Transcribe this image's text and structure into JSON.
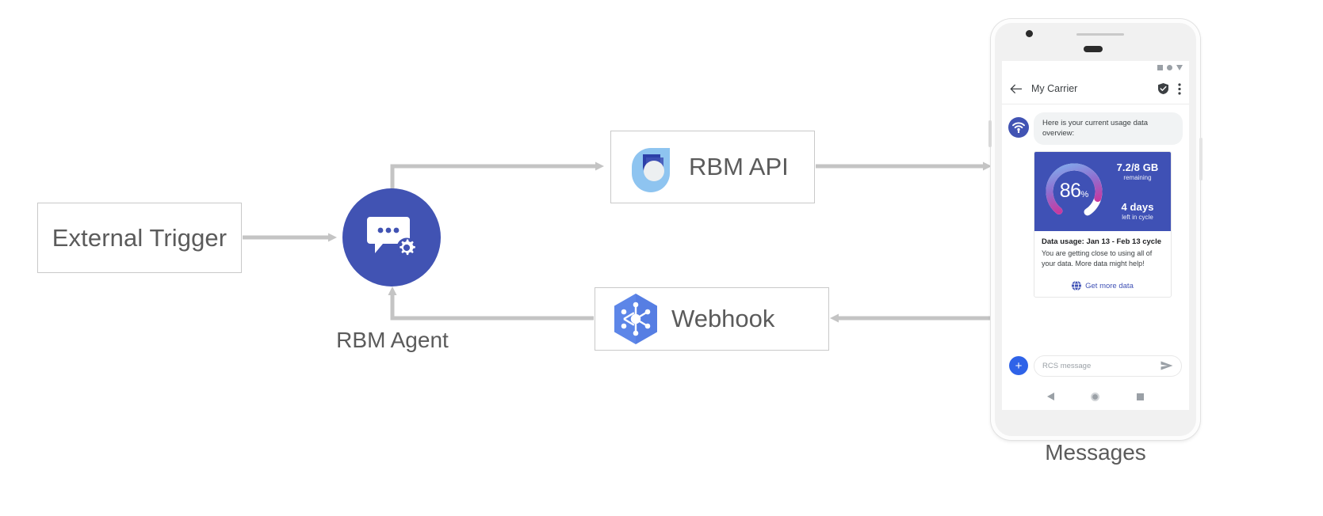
{
  "diagram": {
    "nodes": {
      "external_trigger": {
        "label": "External Trigger"
      },
      "rbm_agent": {
        "label": "RBM Agent",
        "icon": "chat-gear-icon"
      },
      "rbm_api": {
        "label": "RBM API",
        "icon": "rbm-api-icon"
      },
      "webhook": {
        "label": "Webhook",
        "icon": "webhook-hexagon-icon"
      },
      "messages": {
        "label": "Messages"
      }
    },
    "colors": {
      "agent_blue": "#4153b3",
      "card_blue": "#3f51b5",
      "webhook_blue": "#5d86e8",
      "api_light_blue": "#8ec4f0",
      "api_dark_blue": "#2c3fa8",
      "connector_gray": "#c4c4c4",
      "box_border": "#c9c9c9",
      "text_gray": "#5b5b5b"
    }
  },
  "phone": {
    "status_bar": {
      "icons": [
        "square-indicator-icon",
        "circle-indicator-icon",
        "signal-triangle-icon"
      ]
    },
    "app_bar": {
      "back_icon": "back-arrow-icon",
      "title": "My Carrier",
      "verified_icon": "verified-shield-icon",
      "overflow_icon": "more-vertical-icon"
    },
    "conversation": {
      "avatar_icon": "carrier-wifi-avatar-icon",
      "message_text": "Here is your current usage data overview:"
    },
    "rich_card": {
      "gauge": {
        "percent_value": "86",
        "percent_symbol": "%",
        "fill_percent": 86,
        "gradient_start": "#7fb4f0",
        "gradient_mid": "#8f6fd0",
        "gradient_end": "#e0218a",
        "track_color": "#ffffff"
      },
      "stats": [
        {
          "main": "7.2/8 GB",
          "sub": "remaining"
        },
        {
          "main": "4 days",
          "sub": "left in cycle"
        }
      ],
      "title": "Data usage: Jan 13 - Feb 13 cycle",
      "description": "You are getting close to using all of your data. More data might help!",
      "action": {
        "icon": "globe-icon",
        "label": "Get more data"
      }
    },
    "composer": {
      "plus_label": "+",
      "plus_icon": "plus-icon",
      "placeholder": "RCS message",
      "send_icon": "send-arrow-icon"
    },
    "nav_bar": {
      "back_icon": "nav-back-triangle-icon",
      "home_icon": "nav-home-circle-icon",
      "recents_icon": "nav-recents-square-icon"
    }
  }
}
